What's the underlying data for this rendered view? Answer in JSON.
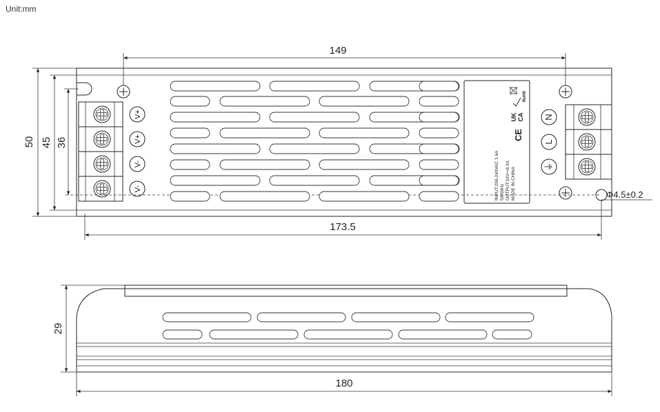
{
  "unit_label": "Unit:mm",
  "top_view": {
    "dim_hole_spacing": "149",
    "dim_total_width": "173.5",
    "dim_height": "50",
    "dim_inner_height": "45",
    "dim_terminal_height": "36",
    "hole_callout": "Φ4.5±0.2",
    "output_terminals": [
      "V+",
      "V+",
      "V-",
      "V-"
    ],
    "input_terminals": [
      "N",
      "L",
      "⏚"
    ],
    "label_lines": [
      "INPUT:200-240VAC 1.6A",
      "50/60Hz",
      "OUTPUT:24V⎓6.3A",
      "MADE IN CHINA"
    ],
    "marks": [
      "CE",
      "UK",
      "CA",
      "RoHS"
    ]
  },
  "side_view": {
    "dim_height": "29",
    "dim_length": "180"
  }
}
